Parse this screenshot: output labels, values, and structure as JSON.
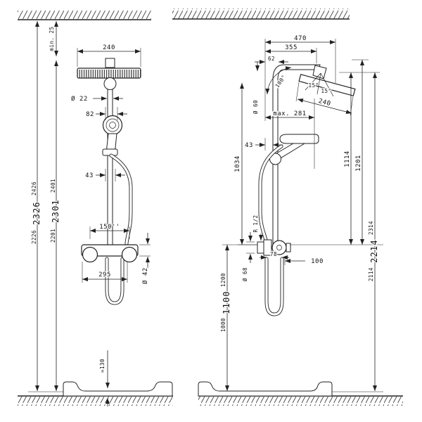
{
  "drawing_type": "shower-system-installation-diagram",
  "colors": {
    "line": "#222222",
    "background": "#ffffff"
  },
  "labels": {
    "left": {
      "stack_outer": [
        "2226",
        "2326",
        "2426"
      ],
      "stack_inner": [
        "2201",
        "2301",
        "2401"
      ],
      "min_ceiling": "min. 25",
      "head_width": "240",
      "pipe_diameter": "Ø 22",
      "hand_shower_offset": "82",
      "holder_offset": "43",
      "valve_centers": "150''",
      "valve_diameter": "Ø 42",
      "valve_span": "295",
      "tub_height": "≈130"
    },
    "right": {
      "reach_total": "470",
      "reach_arm": "355",
      "wall_to_pipe": "62",
      "bend_angle": "100°",
      "tilt_angle_a": "15°",
      "tilt_angle_b": "15°",
      "head_depth": "240",
      "escutcheon_diameter": "Ø 60",
      "reach_max": "max. 281",
      "holder_offset": "43",
      "valve_to_holder": "1034",
      "valve_to_head_face": "1114",
      "valve_to_arm_top": "1201",
      "thread": "R 1/2",
      "rosette_diameter": "Ø 68",
      "hose_width": "78",
      "wall_clearance": "100",
      "stack_floor_valve": [
        "1000",
        "1100",
        "1200"
      ],
      "stack_floor_head": [
        "2114",
        "2214",
        "2314"
      ]
    }
  }
}
